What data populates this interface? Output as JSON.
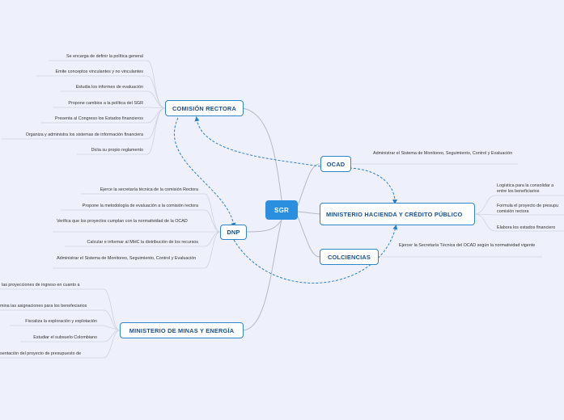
{
  "diagram": {
    "center": "SGR",
    "branches": {
      "comision": {
        "label": "COMISIÓN RECTORA",
        "items": [
          "Se encarga de definir la política general",
          "Emite conceptos vinculantes y no vinculantes",
          "Estudia los informes de evaluación",
          "Propone cambios a la política del SGR",
          "Presenta al Congreso los Estados financieros",
          "Organiza y administra los sistemas de información financiera",
          "Dicta su propio reglamento"
        ]
      },
      "dnp": {
        "label": "DNP",
        "items": [
          "Ejerce la secretaría técnica de la comisión Rectora",
          "Propone la metodología de evaluación a la comisión rectora",
          "Verifica que los proyectos cumplan con la normatividad de la OCAD",
          "Calcular e informar al MHC la distribución de los recursos",
          "Administrar el Sistema de Monitoreo, Seguimiento, Control y Evaluación"
        ]
      },
      "minas": {
        "label": "MINISTERIO DE MINAS Y ENERGÍA",
        "items": [
          "las proyecciones de ingreso en cuanto a",
          "mina las asignaciones para los benefeciarios",
          "Fiscaliza la exploración y explotación",
          "Estudiar el subsuelo Colombiano",
          "sentación del proyecto de presupuesto de"
        ]
      },
      "ocad": {
        "label": "OCAD",
        "items": [
          "Administrar el Sistema de Monitoreo, Seguimiento, Control y Evaluación"
        ]
      },
      "hacienda": {
        "label": "MINISTERIO HACIENDA Y CRÉDITO PÚBLICO",
        "items": [
          "Logística para la consolidar a entre los beneficiarios",
          "Formula el proyecto de presupu comisión rectora",
          "Elabora los estados financiero"
        ]
      },
      "colciencias": {
        "label": "COLCIENCIAS",
        "items": [
          "Ejercer la Secretaría Técnica del OCAD según la normatividad vigente"
        ]
      }
    }
  },
  "colors": {
    "background": "#eef1fb",
    "center_fill": "#2b8fe0",
    "node_border": "#2f86c8",
    "node_text": "#1a4f8a",
    "connector": "#b8b8c4",
    "dashed_link": "#2f7fc0"
  }
}
